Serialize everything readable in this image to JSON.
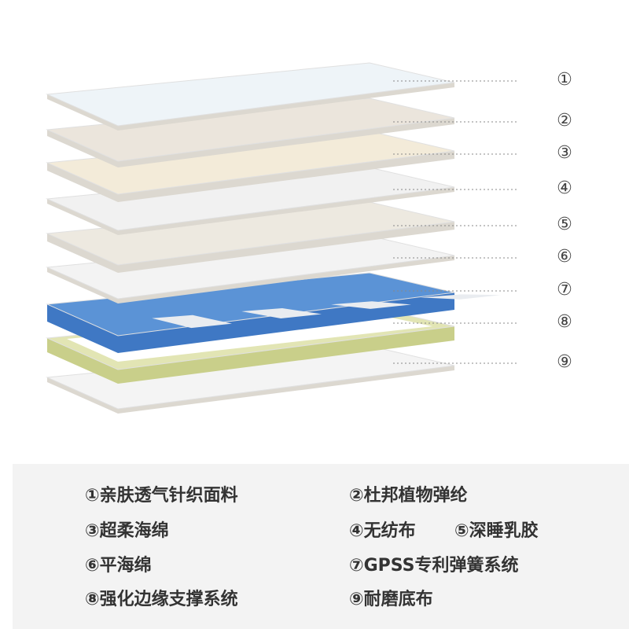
{
  "layers": [
    {
      "num": "①",
      "name": "亲肤透气针织面料",
      "color": "#eef4f8"
    },
    {
      "num": "②",
      "name": "杜邦植物弹纶",
      "color": "#ebe5dc"
    },
    {
      "num": "③",
      "name": "超柔海绵",
      "color": "#f3ebd9"
    },
    {
      "num": "④",
      "name": "无纺布",
      "color": "#f1f1f1"
    },
    {
      "num": "⑤",
      "name": "深睡乳胶",
      "color": "#ede9e0"
    },
    {
      "num": "⑥",
      "name": "平海绵",
      "color": "#f3f3f3"
    },
    {
      "num": "⑦",
      "name": "GPSS专利弹簧系统",
      "color": "#5b93d6"
    },
    {
      "num": "⑧",
      "name": "强化边缘支撑系统",
      "color": "#e2e5b4"
    },
    {
      "num": "⑨",
      "name": "耐磨底布",
      "color": "#f4f4f4"
    }
  ],
  "legend": [
    "①亲肤透气针织面料",
    "②杜邦植物弹纶",
    "③超柔海绵",
    "④无纺布",
    "⑤深睡乳胶",
    "⑥平海绵",
    "⑦GPSS专利弹簧系统",
    "⑧强化边缘支撑系统",
    "⑨耐磨底布"
  ]
}
